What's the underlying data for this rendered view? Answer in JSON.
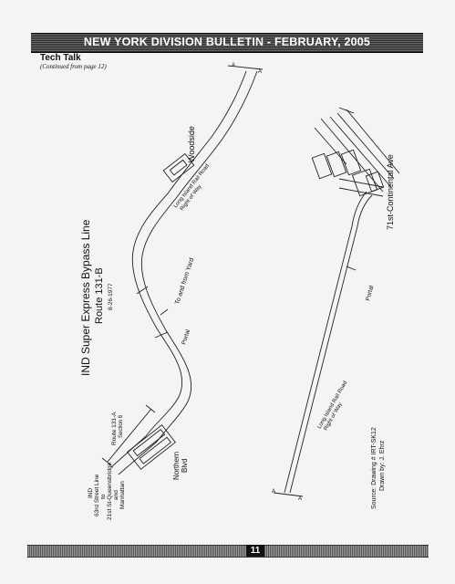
{
  "header": {
    "title": "NEW YORK DIVISION BULLETIN - FEBRUARY, 2005"
  },
  "section": {
    "title": "Tech Talk",
    "continued": "(Continued from page 12)"
  },
  "diagram": {
    "title": "IND Super Express Bypass Line",
    "route": "Route 131-B",
    "date": "8-26-1977",
    "woodside": "Woodside",
    "lirr_upper": "Long Island Rail Road",
    "lirr_upper_2": "Right of Way",
    "to_from_yard": "To and from Yard",
    "portal_left": "Portal",
    "route_section_1": "Route 131-A",
    "route_section_2": "Section 8",
    "northern_blvd_1": "Northern",
    "northern_blvd_2": "Blvd",
    "ind_1": "IND",
    "ind_2": "63rd Street Line",
    "ind_3": "to",
    "ind_4": "21st St-Queensbridge",
    "ind_5": "and",
    "ind_6": "Manhattan",
    "continental": "71st-Continental Ave",
    "portal_right": "Portal",
    "lirr_lower": "Long Island Rail Road",
    "lirr_lower_2": "Right of Way",
    "source_1": "Source: Drawing # IRT-SK12",
    "source_2": "Drawn by: J. Ehrz",
    "label_a": "A"
  },
  "footer": {
    "page": "11"
  }
}
